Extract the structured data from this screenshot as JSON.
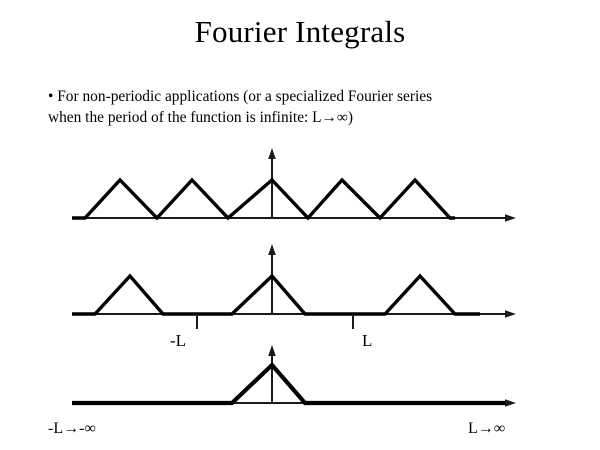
{
  "slide": {
    "title": "Fourier Integrals",
    "bullet": {
      "marker": "•",
      "line1": "For non-periodic applications (or a specialized Fourier series",
      "line2": "when the period of the function is infinite: L→∞)"
    }
  },
  "figures": {
    "plot_top": {
      "caption_labels": [],
      "description": "periodic triangular wave, short period"
    },
    "plot_middle": {
      "tick_left_label": "-L",
      "tick_right_label": "L"
    },
    "plot_bottom": {
      "left_label": "-L→-∞",
      "right_label": "L→∞"
    }
  },
  "chart_data": [
    {
      "type": "line",
      "name": "periodic-triangle-wave-small-period",
      "title": "",
      "xlabel": "",
      "ylabel": "",
      "grid": false,
      "legend": "none",
      "xlim": [
        72,
        515
      ],
      "ylim": [
        0,
        1
      ],
      "axis_origin_x": 272,
      "series": [
        {
          "name": "f(x) period 2L small",
          "x": [
            72,
            85,
            120,
            157,
            192,
            228,
            272,
            308,
            342,
            380,
            415,
            450,
            505
          ],
          "y": [
            0,
            0,
            1,
            0,
            1,
            0,
            1,
            0,
            1,
            0,
            1,
            0,
            0
          ]
        }
      ]
    },
    {
      "type": "line",
      "name": "periodic-triangle-wave-medium-period",
      "title": "",
      "xlabel": "",
      "ylabel": "",
      "grid": false,
      "legend": "none",
      "xlim": [
        72,
        515
      ],
      "ylim": [
        0,
        1
      ],
      "axis_origin_x": 272,
      "ticks": [
        {
          "x": 197,
          "label": "-L"
        },
        {
          "x": 353,
          "label": "L"
        }
      ],
      "series": [
        {
          "name": "f(x) period 2L medium",
          "x": [
            72,
            95,
            130,
            163,
            232,
            272,
            305,
            385,
            420,
            455,
            505
          ],
          "y": [
            0,
            0,
            1,
            0,
            0,
            1,
            0,
            0,
            1,
            0,
            0
          ]
        }
      ]
    },
    {
      "type": "line",
      "name": "single-triangle-pulse-infinite-period",
      "title": "",
      "xlabel": "",
      "ylabel": "",
      "grid": false,
      "legend": "none",
      "xlim": [
        72,
        515
      ],
      "ylim": [
        0,
        1
      ],
      "axis_origin_x": 272,
      "annotations": [
        {
          "text": "-L→-∞",
          "x": 50,
          "y": 428
        },
        {
          "text": "L→∞",
          "x": 470,
          "y": 428
        }
      ],
      "series": [
        {
          "name": "f(x) single pulse",
          "x": [
            72,
            232,
            272,
            305,
            505
          ],
          "y": [
            0,
            0,
            1,
            0,
            0
          ]
        }
      ]
    }
  ]
}
